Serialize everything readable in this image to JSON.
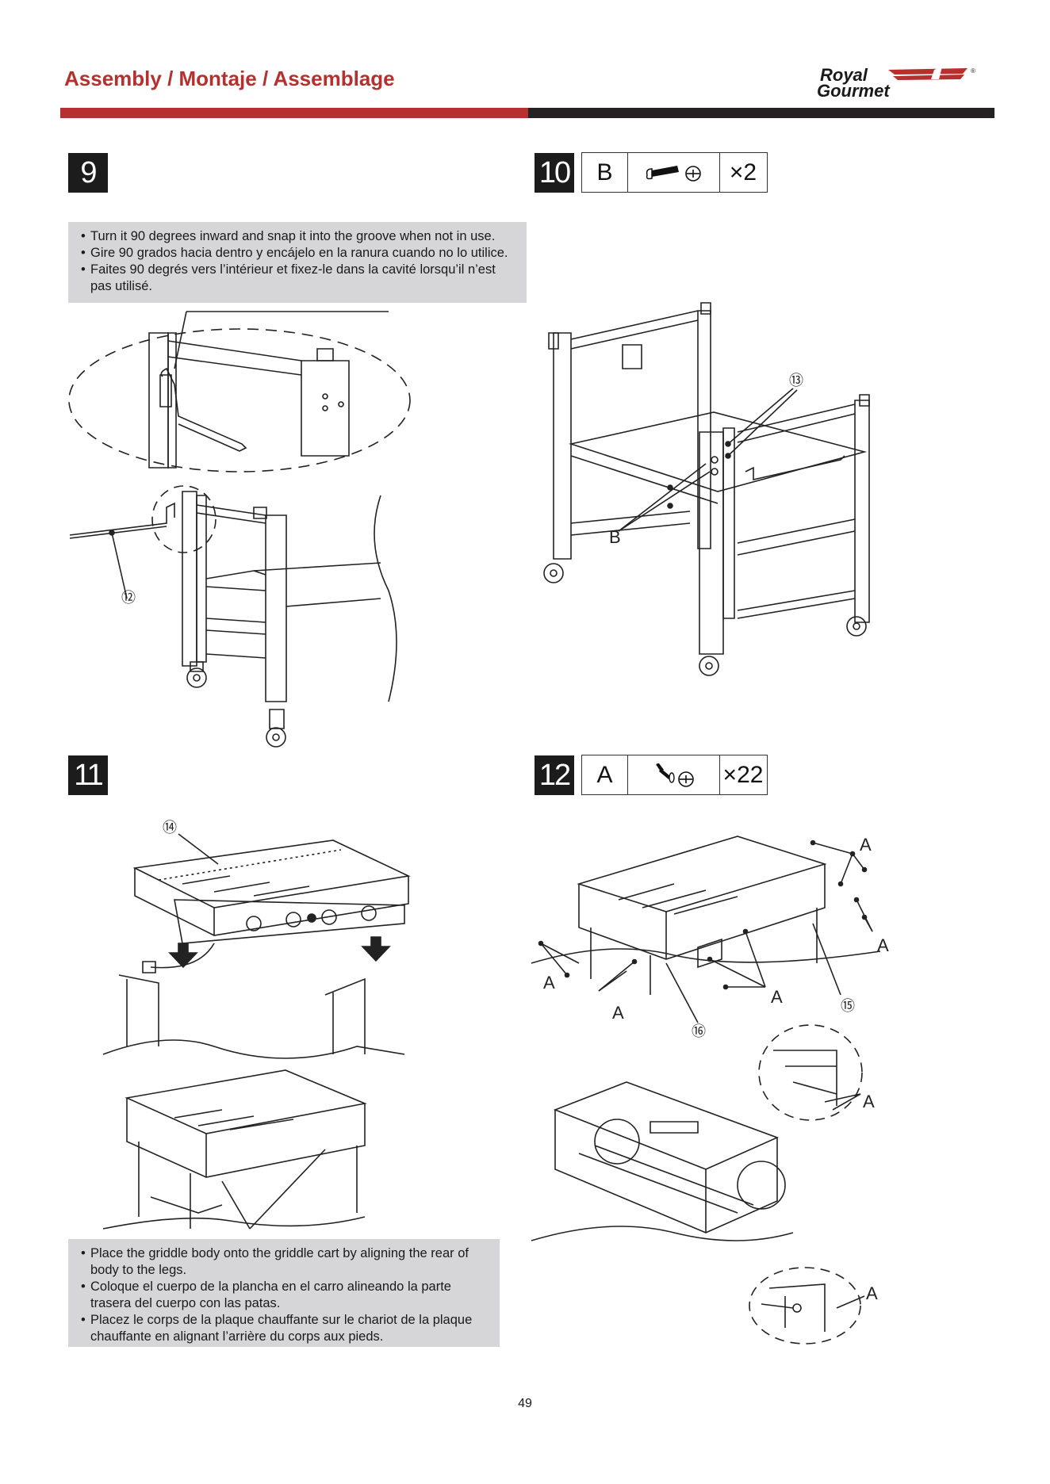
{
  "header": {
    "title": "Assembly / Montaje / Assemblage",
    "logo_line1": "Royal",
    "logo_line2": "Gourmet",
    "logo_mark": "®",
    "colors": {
      "brand_red": "#b5302e",
      "bar_dark": "#262223",
      "note_bg": "#d6d6d8"
    }
  },
  "steps": [
    {
      "number": "9",
      "notes": [
        "Turn it 90 degrees inward and snap it into the groove when not in use.",
        "Gire 90 grados hacia dentro y encájelo en la ranura cuando no lo utilice.",
        "Faites 90 degrés vers l’intérieur et fixez-le dans la cavité lorsqu’il n’est pas utilisé."
      ],
      "callouts": [
        "⑫"
      ]
    },
    {
      "number": "10",
      "hardware": {
        "letter": "B",
        "icon": "bolt-washer-icon",
        "qty": "×2"
      },
      "callouts": [
        "⑬",
        "B"
      ]
    },
    {
      "number": "11",
      "notes": [
        "Place the griddle body onto the griddle cart by aligning the rear of body to the legs.",
        "Coloque el cuerpo de la plancha en el carro alineando la parte trasera del cuerpo con las patas.",
        "Placez le corps de la plaque chauffante sur le chariot de la plaque chauffante en alignant l’arrière du corps aux pieds."
      ],
      "callouts": [
        "⑭"
      ]
    },
    {
      "number": "12",
      "hardware": {
        "letter": "A",
        "icon": "screw-washer-icon",
        "qty": "×22"
      },
      "callouts": [
        "A",
        "⑮",
        "⑯"
      ]
    }
  ],
  "footer": {
    "page_number": "49"
  }
}
